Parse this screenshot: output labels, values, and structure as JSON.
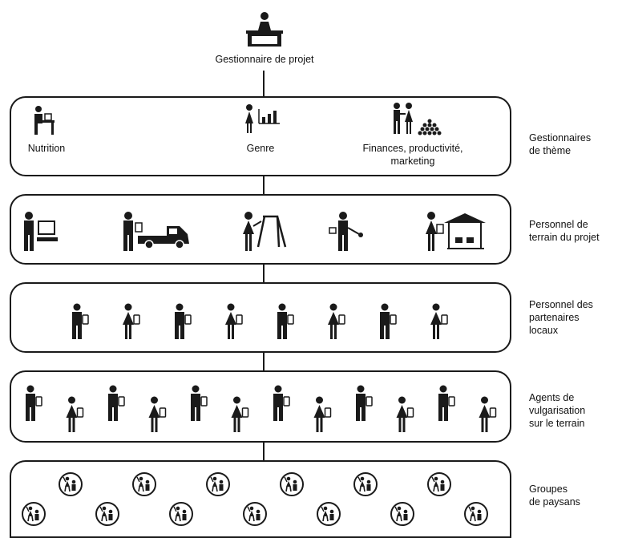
{
  "top": {
    "label": "Gestionnaire de projet"
  },
  "tiers": [
    {
      "side_label": "Gestionnaires\nde thème",
      "themes": [
        "Nutrition",
        "Genre",
        "Finances, productivité,\nmarketing"
      ]
    },
    {
      "side_label": "Personnel de\nterrain du projet"
    },
    {
      "side_label": "Personnel des\npartenaires\nlocaux"
    },
    {
      "side_label": "Agents de\nvulgarisation\nsur le terrain"
    },
    {
      "side_label": "Groupes\nde paysans"
    }
  ],
  "counts": {
    "local_partners": 8,
    "extension_agents": 12,
    "farmer_groups": 13
  },
  "colors": {
    "ink": "#1a1a1a",
    "background": "#ffffff"
  }
}
